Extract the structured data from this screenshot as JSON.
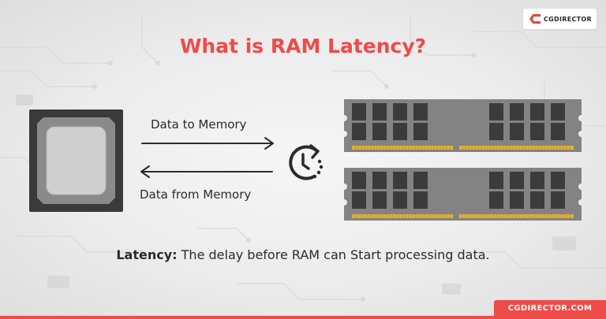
{
  "title": "What is RAM Latency?",
  "brand": {
    "logo_text": "CGDIRECTOR",
    "footer_text": "CGDIRECTOR.COM",
    "accent_color": "#ef4b48"
  },
  "diagram": {
    "label_to_memory": "Data to Memory",
    "label_from_memory": "Data from Memory",
    "cpu_icon": "cpu-chip-icon",
    "clock_icon": "clock-timer-icon",
    "ram_icon": "ram-module-icon",
    "ram_module_count": 2
  },
  "caption": {
    "term": "Latency:",
    "definition": " The delay before RAM can Start processing data."
  }
}
